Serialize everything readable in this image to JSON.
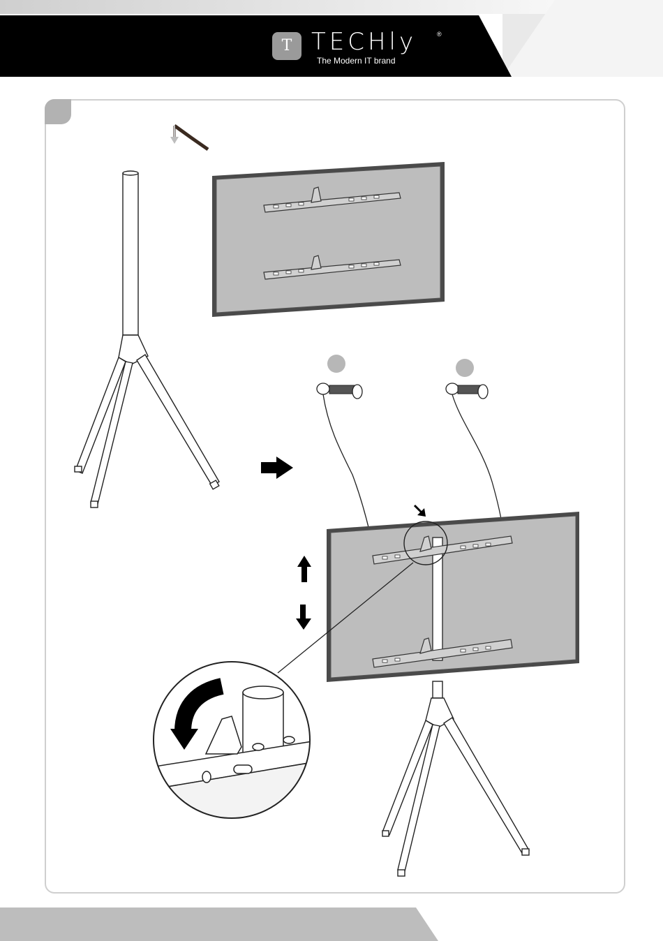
{
  "brand": {
    "badge_text": "T",
    "wordmark": "TECHly",
    "tagline": "The Modern IT brand",
    "registered_mark": "®"
  },
  "colors": {
    "header_black": "#000000",
    "panel_border": "#cfcfcf",
    "tv_screen": "#bdbdbd",
    "marker_gray": "#b7b7b7"
  },
  "icons": {
    "move_arrow": "right-arrow-icon",
    "adjust_up": "arrow-up-icon",
    "adjust_down": "arrow-down-icon",
    "rotate": "curved-arrow-icon"
  }
}
